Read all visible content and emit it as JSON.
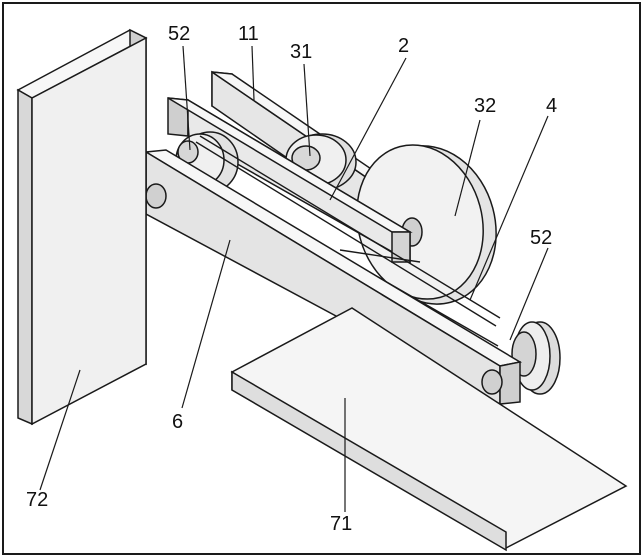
{
  "figure": {
    "labels": {
      "l11": "11",
      "l2": "2",
      "l31": "31",
      "l32": "32",
      "l4": "4",
      "l52a": "52",
      "l52b": "52",
      "l6": "6",
      "l71": "71",
      "l72": "72"
    },
    "colors": {
      "line": "#1a1a1a",
      "face_light": "#f4f4f4",
      "face_mid": "#dcdcdc",
      "face_dark": "#b8b8b8",
      "background": "#ffffff"
    }
  }
}
